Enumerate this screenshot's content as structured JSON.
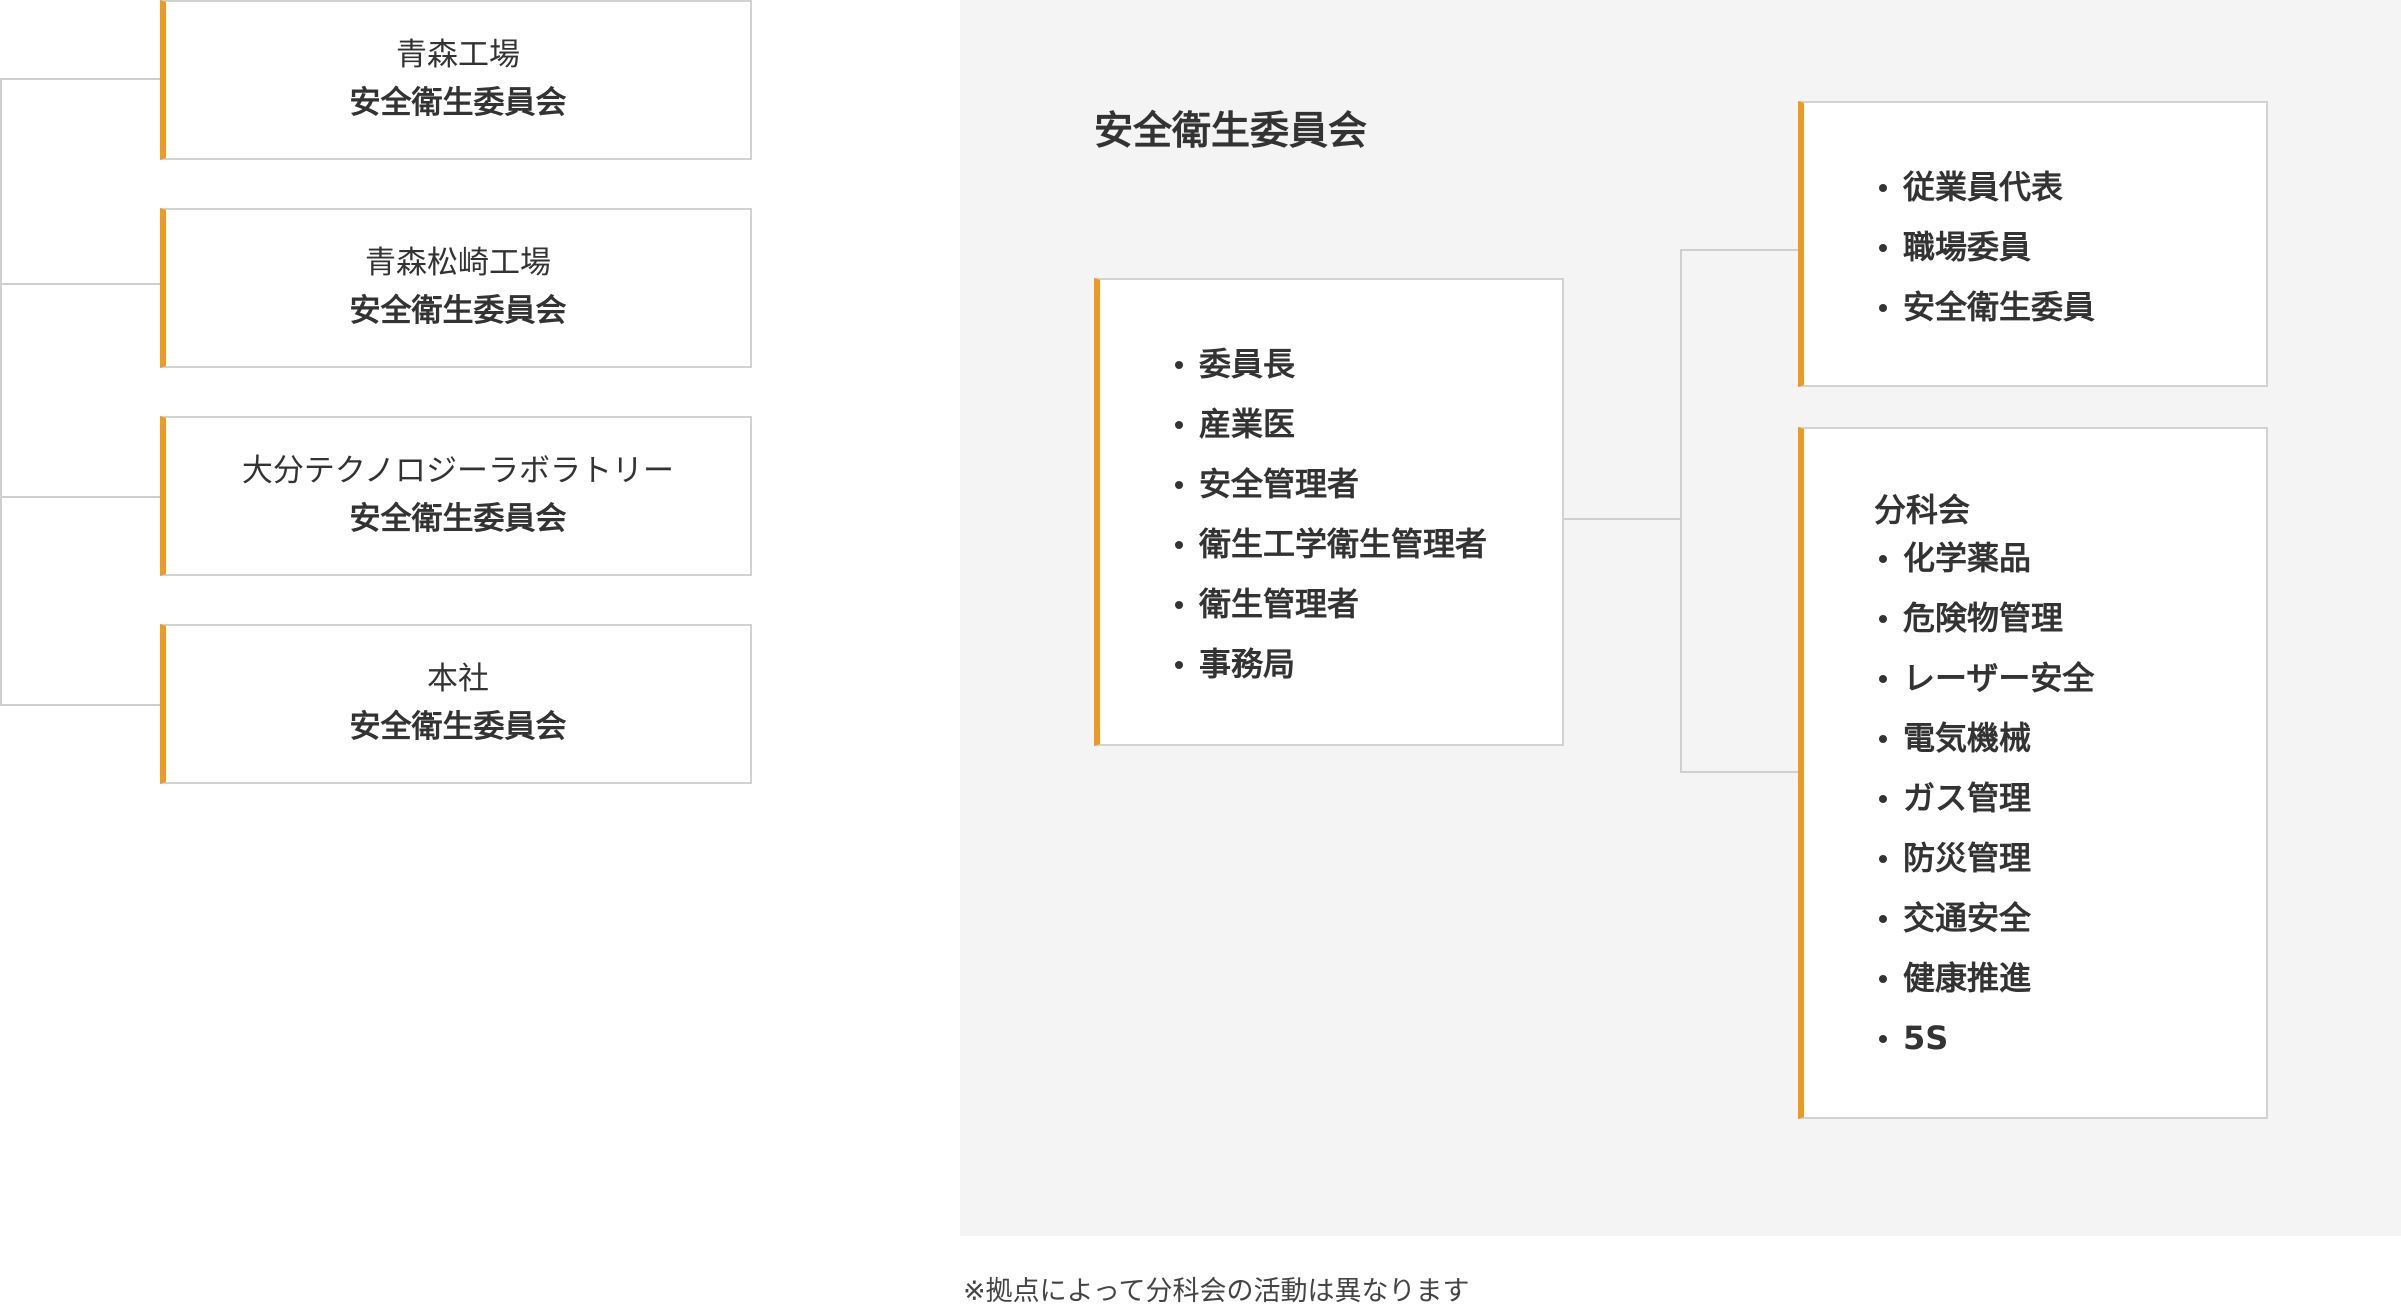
{
  "sites": [
    {
      "name": "青森工場",
      "committee": "安全衛生委員会"
    },
    {
      "name": "青森松崎工場",
      "committee": "安全衛生委員会"
    },
    {
      "name": "大分テクノロジーラボラトリー",
      "committee": "安全衛生委員会"
    },
    {
      "name": "本社",
      "committee": "安全衛生委員会"
    }
  ],
  "committee": {
    "title": "安全衛生委員会",
    "members": [
      "委員長",
      "産業医",
      "安全管理者",
      "衛生工学衛生管理者",
      "衛生管理者",
      "事務局"
    ]
  },
  "representatives": {
    "items": [
      "従業員代表",
      "職場委員",
      "安全衛生委員"
    ]
  },
  "subcommittees": {
    "heading": "分科会",
    "items": [
      "化学薬品",
      "危険物管理",
      "レーザー安全",
      "電気機械",
      "ガス管理",
      "防災管理",
      "交通安全",
      "健康推進",
      "5S"
    ]
  },
  "footnote": "※拠点によって分科会の活動は異なります",
  "colors": {
    "accent": "#ed9a1e",
    "panel_background": "#f5f4f4",
    "box_border": "#d2d2d2",
    "connector": "#cfcfcf"
  }
}
